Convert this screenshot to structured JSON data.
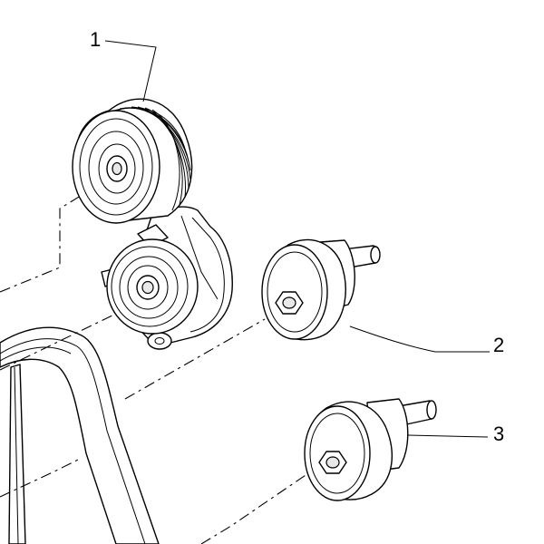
{
  "callouts": {
    "item_1": "1",
    "item_2": "2",
    "item_3": "3"
  },
  "colors": {
    "ink": "#000000",
    "paper": "#ffffff",
    "shading": "#d8d8d8"
  }
}
